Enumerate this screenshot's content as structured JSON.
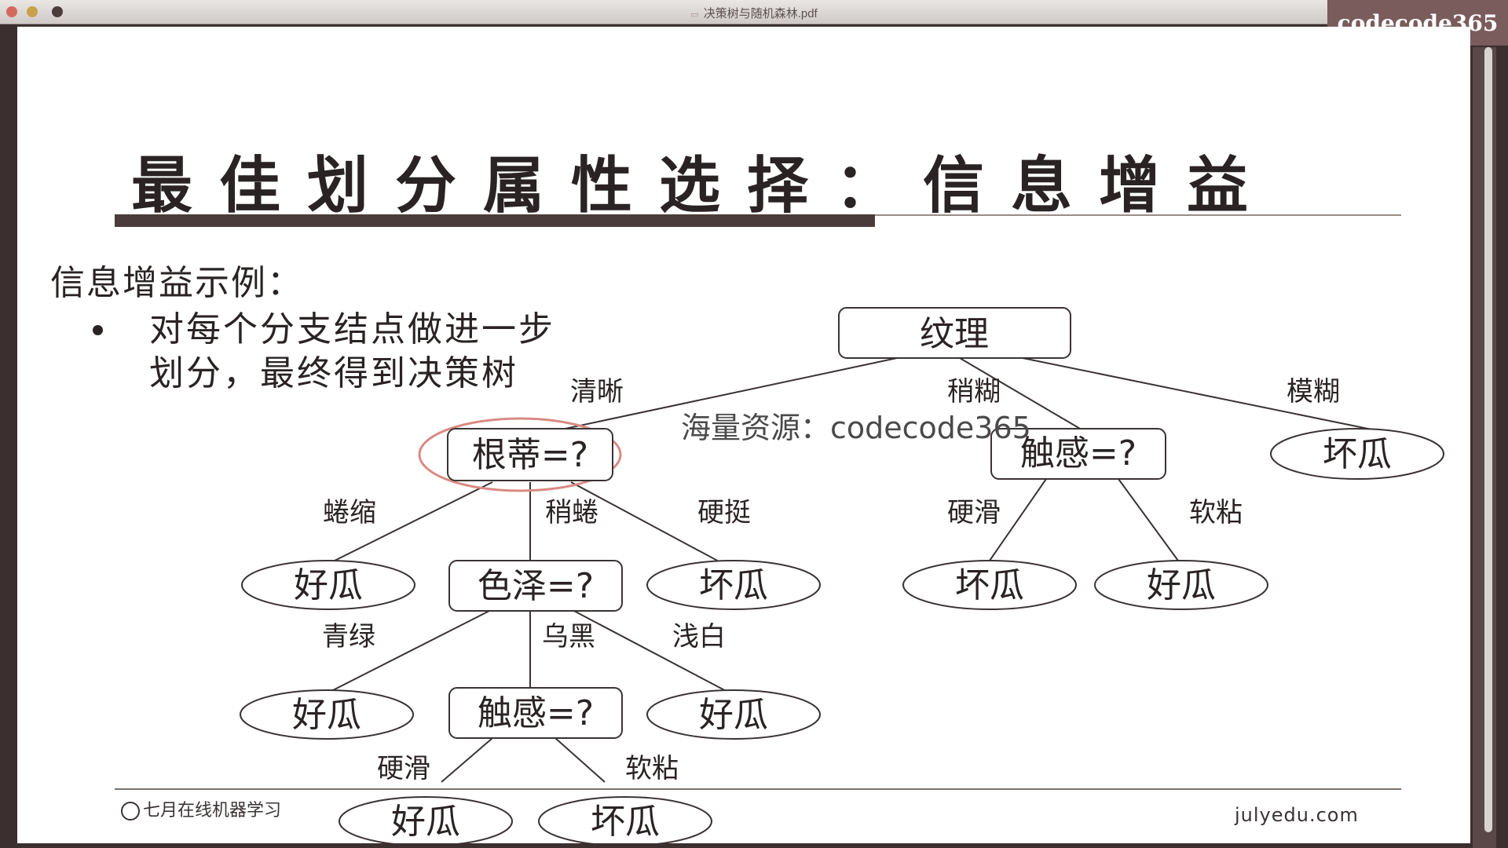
{
  "window": {
    "title": "决策树与随机森林.pdf"
  },
  "brand": {
    "text": "codecode365"
  },
  "slide": {
    "title": "最佳划分属性选择：信息增益",
    "subheading": "信息增益示例：",
    "bullet_line1": "对每个分支结点做进一步",
    "bullet_line2": "划分，最终得到决策树",
    "watermark": "海量资源：codecode365",
    "footer_logo": "七月在线机器学习",
    "footer_url": "julyedu.com"
  },
  "tree": {
    "root": "纹理",
    "root_edges": {
      "clear": "清晰",
      "slightly_blurry": "稍糊",
      "blurry": "模糊"
    },
    "root_stem": "根蒂=?",
    "root_touch": "触感=?",
    "blurry_leaf": "坏瓜",
    "stem_edges": {
      "curled": "蜷缩",
      "slightly_curled": "稍蜷",
      "stiff": "硬挺"
    },
    "curled_leaf": "好瓜",
    "color_node": "色泽=?",
    "stiff_leaf": "坏瓜",
    "touch_edges": {
      "hard": "硬滑",
      "soft": "软粘"
    },
    "touch_hard_leaf": "坏瓜",
    "touch_soft_leaf": "好瓜",
    "color_edges": {
      "green": "青绿",
      "black": "乌黑",
      "white": "浅白"
    },
    "green_leaf": "好瓜",
    "color_touch_node": "触感=?",
    "white_leaf": "好瓜",
    "bottom_edges": {
      "hard": "硬滑",
      "soft": "软粘"
    },
    "bottom_hard_leaf": "好瓜",
    "bottom_soft_leaf": "坏瓜"
  }
}
